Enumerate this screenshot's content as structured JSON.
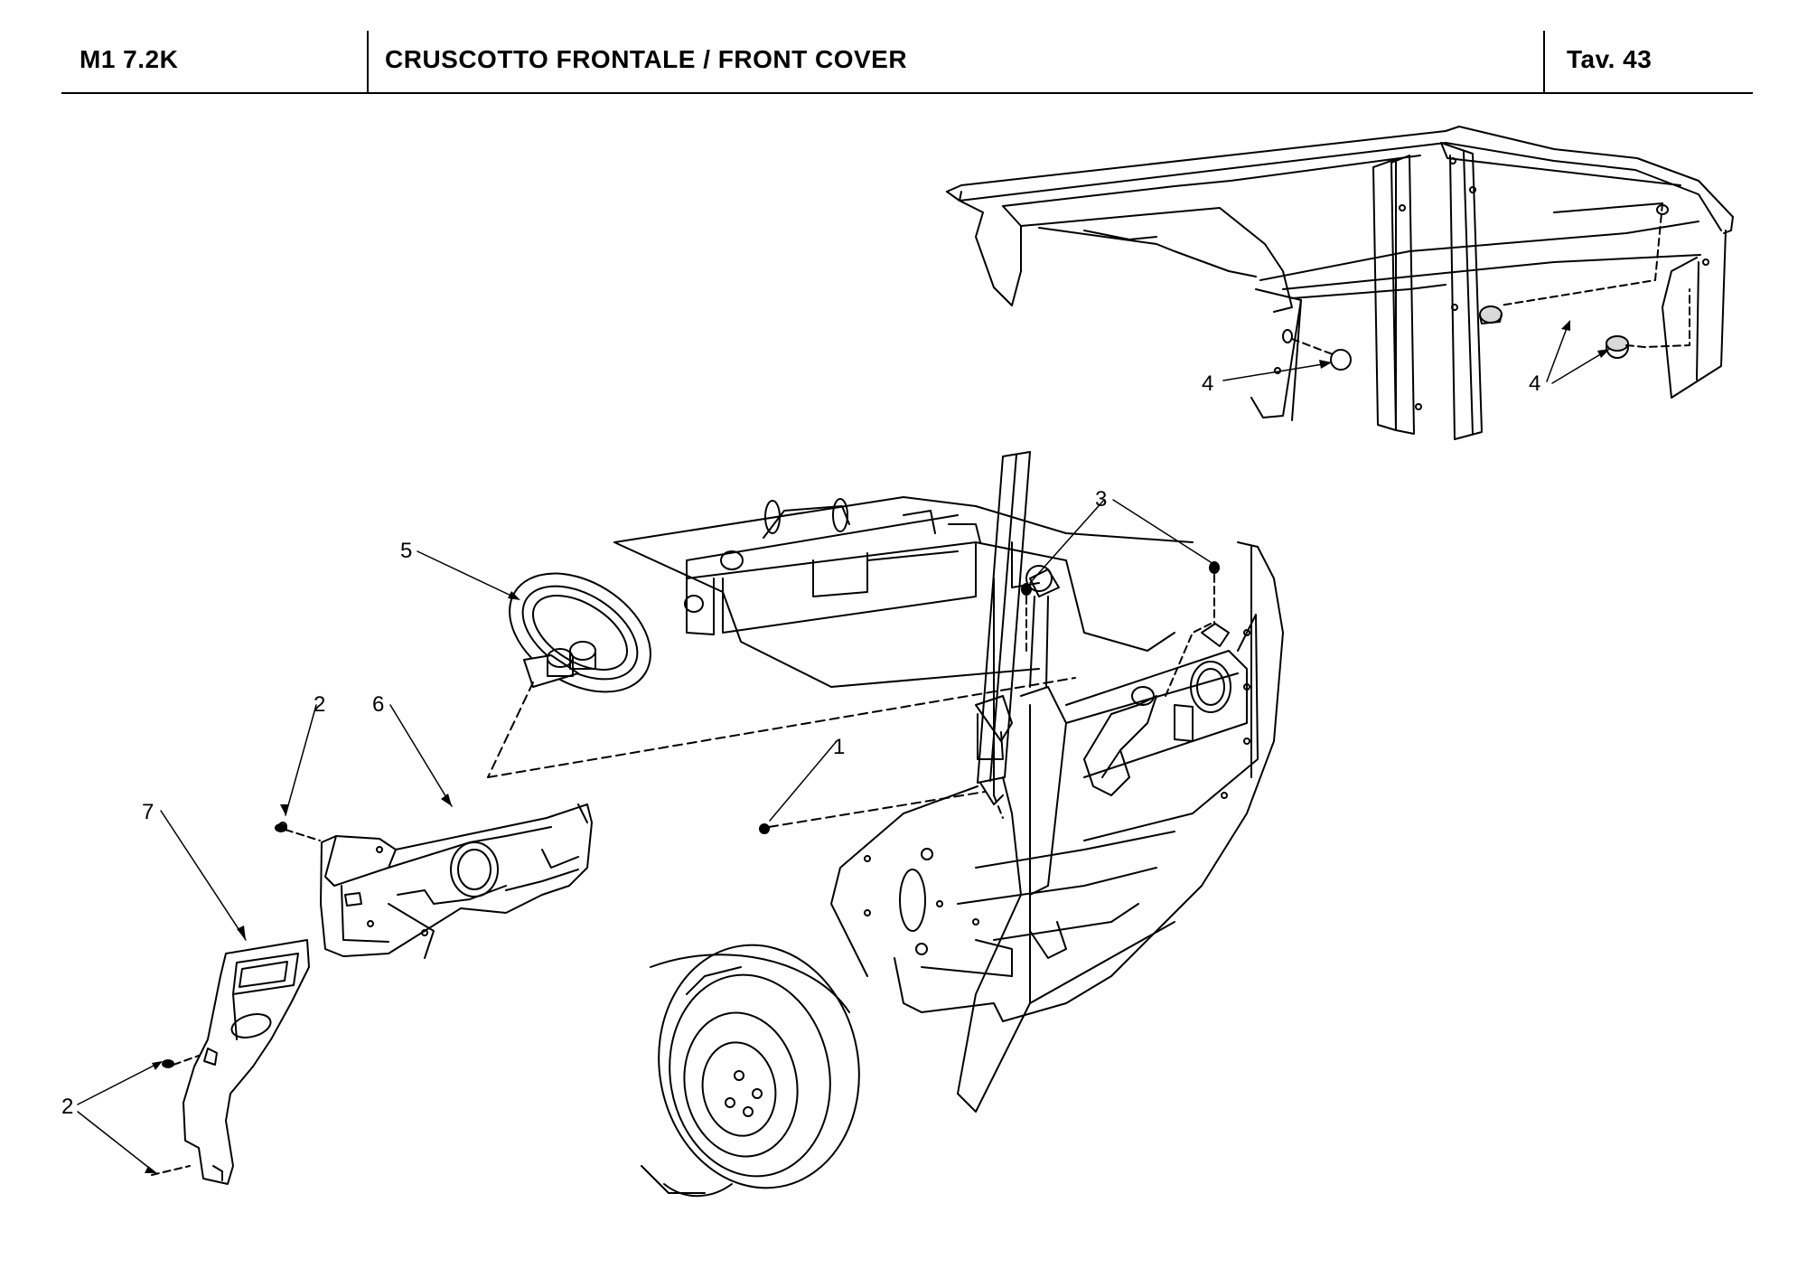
{
  "header": {
    "model": "M1 7.2K",
    "title": "CRUSCOTTO FRONTALE / FRONT COVER",
    "table_label": "Tav.  43"
  },
  "callouts": {
    "c1": "1",
    "c2a": "2",
    "c2b": "2",
    "c3": "3",
    "c4a": "4",
    "c4b": "4",
    "c5": "5",
    "c6": "6",
    "c7": "7"
  },
  "colors": {
    "line": "#000000",
    "fill": "#ffffff",
    "shade": "#d9d9d9"
  }
}
